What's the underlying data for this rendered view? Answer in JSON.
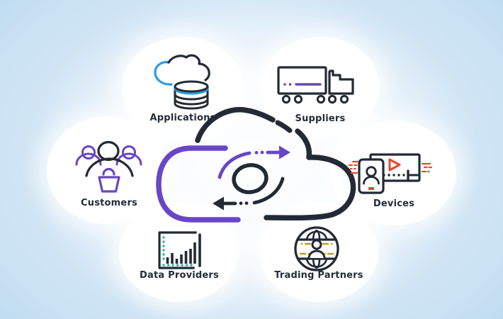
{
  "diagram": {
    "description": "Cloud data-exchange hub connecting six partner types",
    "center_icon": "cloud-sync-icon"
  },
  "nodes": [
    {
      "id": "applications",
      "label": "Applications",
      "icon": "cloud-database-icon"
    },
    {
      "id": "suppliers",
      "label": "Suppliers",
      "icon": "delivery-truck-icon"
    },
    {
      "id": "customers",
      "label": "Customers",
      "icon": "people-basket-icon"
    },
    {
      "id": "devices",
      "label": "Devices",
      "icon": "tablet-screen-icon"
    },
    {
      "id": "data_providers",
      "label": "Data Providers",
      "icon": "bar-chart-icon"
    },
    {
      "id": "trading_partners",
      "label": "Trading Partners",
      "icon": "globe-person-icon"
    }
  ],
  "colors": {
    "canvas_blue": "#a4cfec",
    "bubble_white": "#ffffff",
    "outline_dark": "#232a36",
    "accent_purple": "#6747c6",
    "accent_blue": "#2b9ddd",
    "accent_orange": "#e8492b",
    "accent_teal": "#14b39a",
    "accent_gold": "#c79a1e",
    "label_text": "#242c3a"
  }
}
